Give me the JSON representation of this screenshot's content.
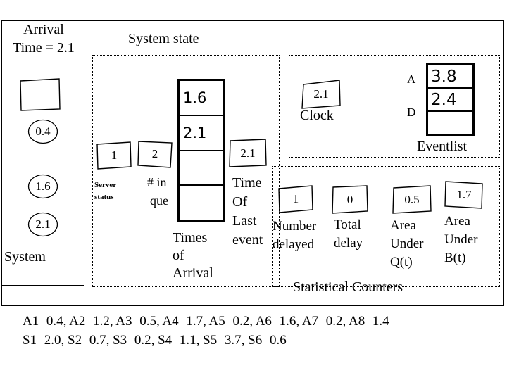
{
  "title_caption": "Arrival Time = 2.1",
  "left_panel": {
    "heading_line1": "Arrival",
    "heading_line2": "Time = 2.1",
    "footer_label": "System",
    "server_box_value": "",
    "circles": [
      "0.4",
      "1.6",
      "2.1"
    ]
  },
  "system_state": {
    "section_label": "System state",
    "server_status": {
      "value": "1",
      "label_line1": "Server",
      "label_line2": "status"
    },
    "num_in_queue": {
      "value": "2",
      "label_line1": "# in",
      "label_line2": "que"
    },
    "times_of_arrival": {
      "cells": [
        "1.6",
        "2.1",
        "",
        ""
      ],
      "label_line1": "Times",
      "label_line2": "of",
      "label_line3": "Arrival"
    },
    "time_of_last_event": {
      "value": "2.1",
      "label_line1": "Time",
      "label_line2": "Of",
      "label_line3": "Last",
      "label_line4": "event"
    }
  },
  "clock_panel": {
    "clock": {
      "value": "2.1",
      "label": "Clock"
    },
    "eventlist": {
      "label": "Eventlist",
      "rows": [
        {
          "tag": "A",
          "value": "3.8"
        },
        {
          "tag": "D",
          "value": "2.4"
        },
        {
          "tag": "",
          "value": ""
        }
      ]
    }
  },
  "statistical_counters": {
    "section_label": "Statistical Counters",
    "items": [
      {
        "value": "1",
        "label_line1": "Number",
        "label_line2": "delayed",
        "label_line3": ""
      },
      {
        "value": "0",
        "label_line1": "Total",
        "label_line2": "delay",
        "label_line3": ""
      },
      {
        "value": "0.5",
        "label_line1": "Area",
        "label_line2": "Under",
        "label_line3": "Q(t)"
      },
      {
        "value": "1.7",
        "label_line1": "Area",
        "label_line2": "Under",
        "label_line3": "B(t)"
      }
    ]
  },
  "footer": {
    "line1": "A1=0.4, A2=1.2, A3=0.5, A4=1.7, A5=0.2, A6=1.6, A7=0.2, A8=1.4",
    "line2": "S1=2.0, S2=0.7, S3=0.2, S4=1.1, S5=3.7, S6=0.6"
  }
}
